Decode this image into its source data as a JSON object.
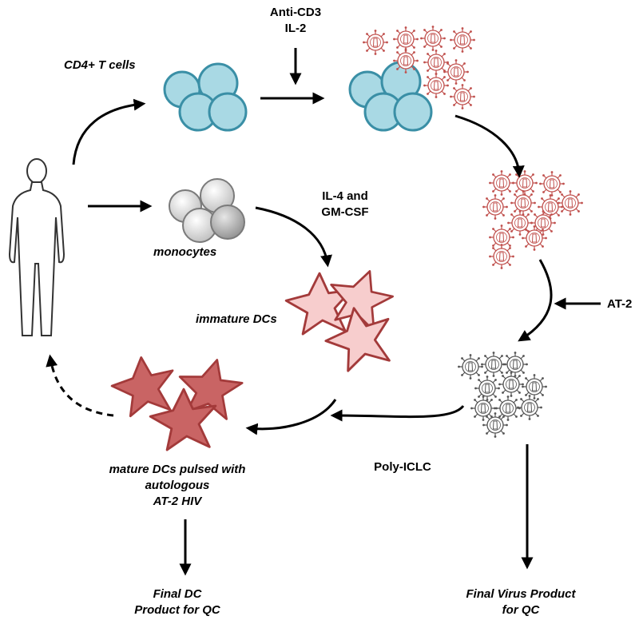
{
  "labels": {
    "cd4": "CD4+ T cells",
    "anti_cd3": "Anti-CD3",
    "il2": "IL-2",
    "monocytes": "monocytes",
    "il4_and": "IL-4 and",
    "gmcsf": "GM-CSF",
    "immature": "immature DCs",
    "at2": "AT-2",
    "poly": "Poly-ICLC",
    "mature_1": "mature DCs pulsed with",
    "mature_2": "autologous",
    "mature_3": "AT-2 HIV",
    "final_dc_1": "Final DC",
    "final_dc_2": "Product for QC",
    "final_virus_1": "Final Virus Product",
    "final_virus_2": "for QC"
  },
  "colors": {
    "tcell_fill": "#a9d9e4",
    "tcell_stroke": "#3a8fa6",
    "mono_fill": "#d8d8d8",
    "mono_stroke": "#7a7a7a",
    "dc_immature_fill": "#f7cdcd",
    "dc_mature_fill": "#c96464",
    "dc_stroke": "#a33a3a",
    "virus_live": "#c0504d",
    "virus_inactive": "#555555"
  },
  "icons": [
    "human-figure-icon",
    "virus-icon",
    "t-cell-icon",
    "monocyte-icon",
    "dendritic-cell-icon"
  ]
}
